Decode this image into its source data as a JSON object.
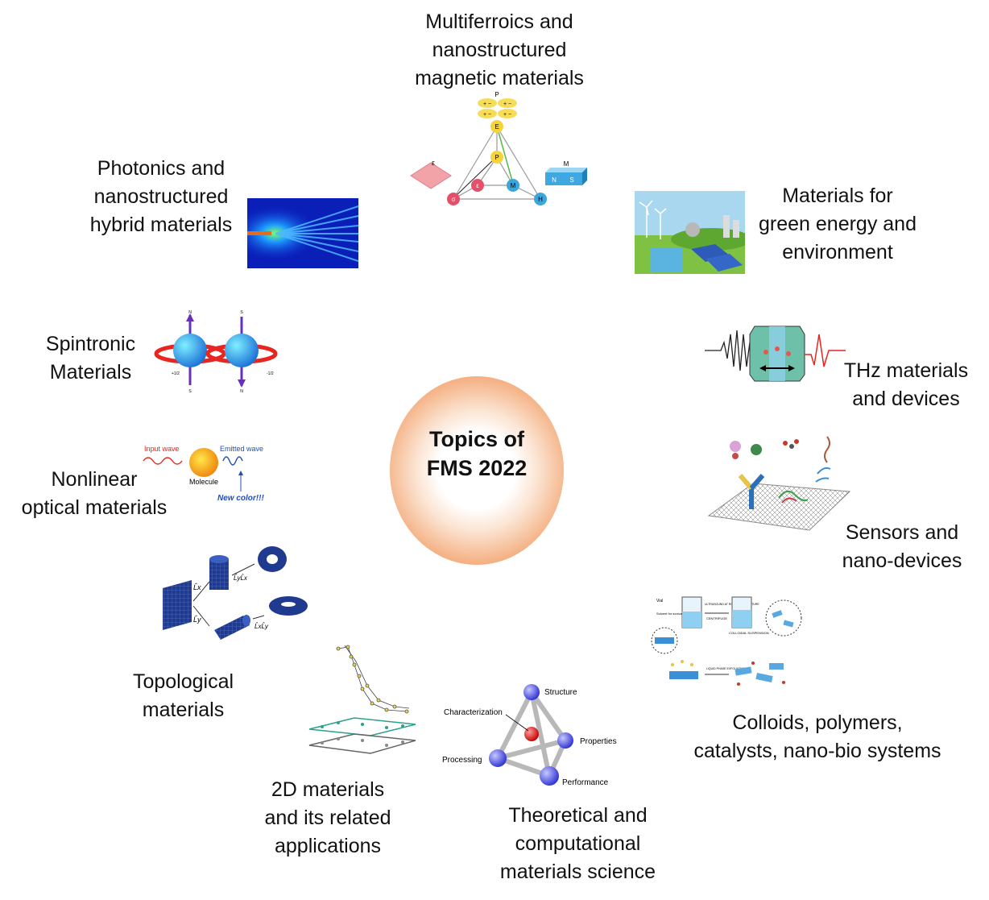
{
  "center": {
    "lines": [
      "Topics of",
      "FMS 2022"
    ]
  },
  "topics": {
    "multiferroics": [
      "Multiferroics and",
      "nanostructured",
      "magnetic materials"
    ],
    "photonics": [
      "Photonics and",
      "nanostructured",
      "hybrid materials"
    ],
    "green_energy": [
      "Materials for",
      "green energy and",
      "environment"
    ],
    "spintronic": [
      "Spintronic",
      "Materials"
    ],
    "thz": [
      "THz materials",
      "and devices"
    ],
    "nonlinear": [
      "Nonlinear",
      "optical materials"
    ],
    "sensors": [
      "Sensors and",
      "nano-devices"
    ],
    "topological": [
      "Topological",
      "materials"
    ],
    "colloids": [
      "Colloids, polymers,",
      "catalysts, nano-bio systems"
    ],
    "twod": [
      "2D materials",
      "and its related",
      "applications"
    ],
    "theoretical": [
      "Theoretical and",
      "computational",
      "materials science"
    ]
  },
  "figure_labels": {
    "multiferroic": {
      "P_top": "P",
      "plusminus": "+ −",
      "E": "E",
      "P": "P",
      "epsilon_node": "ε",
      "M": "M",
      "H": "H",
      "sigma": "σ",
      "epsilon_left": "ε",
      "M_top": "M",
      "N": "N",
      "S": "S"
    },
    "spin": {
      "N1": "N",
      "S1": "S",
      "plus_half": "+1/2",
      "S2": "S",
      "N2": "N",
      "minus_half": "-1/2"
    },
    "nonlinear": {
      "input": "Input wave",
      "emitted": "Emitted wave",
      "molecule": "Molecule",
      "new_color": "New color!!!"
    },
    "tetra": {
      "structure": "Structure",
      "characterization": "Characterization",
      "properties": "Properties",
      "processing": "Processing",
      "performance": "Performance"
    },
    "colloid": {
      "vial": "Vial",
      "solvent": "Solvent for sonication",
      "ultrasound": "ULTRASOUND AT ROOM TEMPERATURE",
      "centrifuge": "CENTRIFUGE",
      "colloidal": "COLLOIDAL SUSPENSION",
      "lpe": "LIQUID PHASE EXFOLIATION"
    },
    "topo": {
      "lx": "L̂x",
      "ly": "L̂y",
      "lylx": "L̂yL̂x",
      "lxly": "L̂xL̂y"
    }
  },
  "colors": {
    "center_ring": "#ee8440",
    "center_mid": "#f5b58a",
    "text": "#111111"
  },
  "icons": [
    "multiferroic-diagram",
    "photonic-waveguide",
    "green-energy-landscape",
    "spin-spheres",
    "thz-pulse-device",
    "nonlinear-molecule",
    "graphene-sensor",
    "topological-surfaces",
    "exfoliation-process",
    "2d-layers",
    "materials-tetrahedron"
  ]
}
